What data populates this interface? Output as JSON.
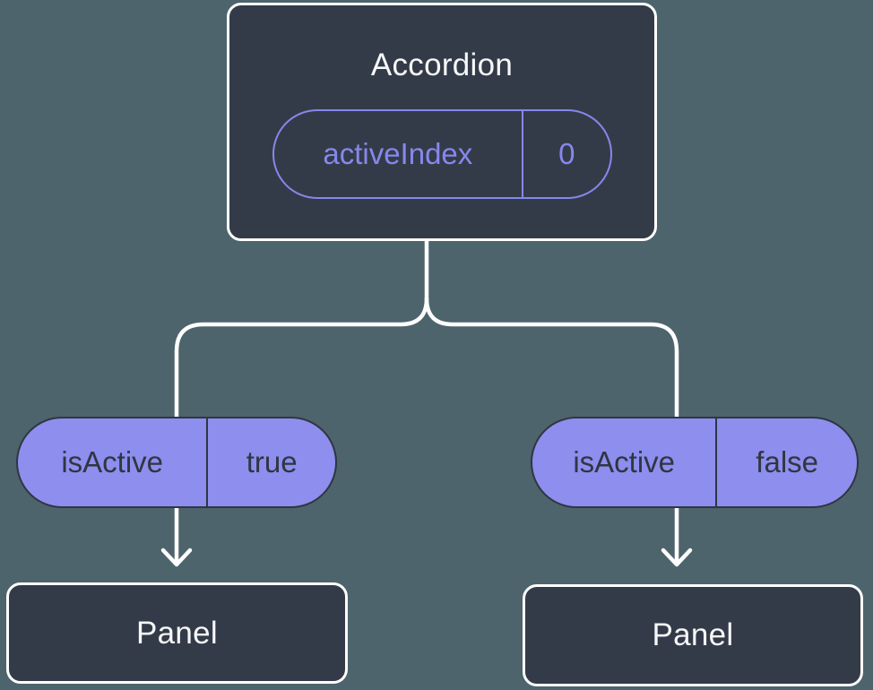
{
  "colors": {
    "background": "#4D646D",
    "node_fill": "#343B48",
    "node_border": "#FFFFFF",
    "node_text": "#F6F7F9",
    "pill_outline": "#8588EC",
    "pill_fill": "#8D8EEE",
    "pill_text_dark": "#2F3642",
    "connector": "#FFFFFF"
  },
  "diagram": {
    "accordion": {
      "title": "Accordion",
      "prop": {
        "name": "activeIndex",
        "value": "0"
      }
    },
    "left": {
      "prop": {
        "name": "isActive",
        "value": "true"
      },
      "panel_label": "Panel"
    },
    "right": {
      "prop": {
        "name": "isActive",
        "value": "false"
      },
      "panel_label": "Panel"
    }
  }
}
